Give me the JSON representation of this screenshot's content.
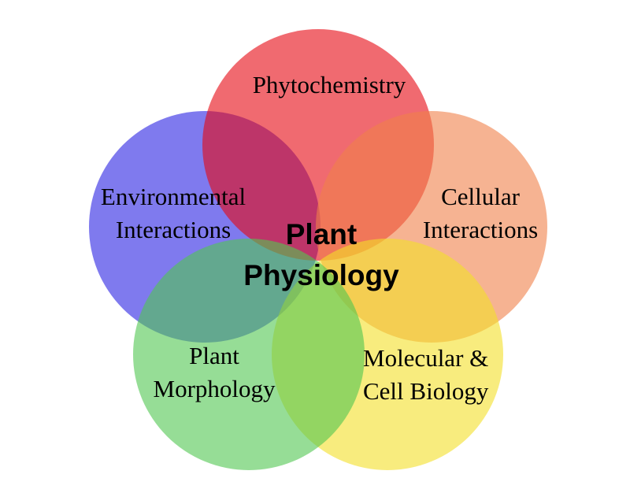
{
  "diagram": {
    "type": "venn-flower-5",
    "background": "#FFFFFF",
    "text_color": "#000000",
    "center_label": {
      "line1": "Plant",
      "line2": "Physiology"
    },
    "petals": [
      {
        "name": "phytochemistry",
        "label_lines": [
          "Phytochemistry"
        ],
        "fill": "#E60711",
        "rendered_color": "#F06A70",
        "position": "top"
      },
      {
        "name": "cellular-interactions",
        "label_lines": [
          "Cellular",
          "Interactions"
        ],
        "fill": "#F08049",
        "rendered_color": "#F6B392",
        "position": "upper-right"
      },
      {
        "name": "molecular-cell-biology",
        "label_lines": [
          "Molecular &",
          "Cell Biology"
        ],
        "fill": "#F3DF28",
        "rendered_color": "#F8EC7E",
        "position": "lower-right"
      },
      {
        "name": "plant-morphology",
        "label_lines": [
          "Plant",
          "Morphology"
        ],
        "fill": "#50C650",
        "rendered_color": "#96DD96",
        "position": "lower-left"
      },
      {
        "name": "environmental-interactions",
        "label_lines": [
          "Environmental",
          "Interactions"
        ],
        "fill": "#2A21E3",
        "rendered_color": "#7F7AEE",
        "position": "upper-left"
      }
    ],
    "overlap_colors": {
      "red_blue": "#B53A7F",
      "red_orange": "#F0775A",
      "orange_yellow": "#F4CD52",
      "yellow_green": "#93D55E",
      "green_blue": "#63A78F"
    }
  }
}
